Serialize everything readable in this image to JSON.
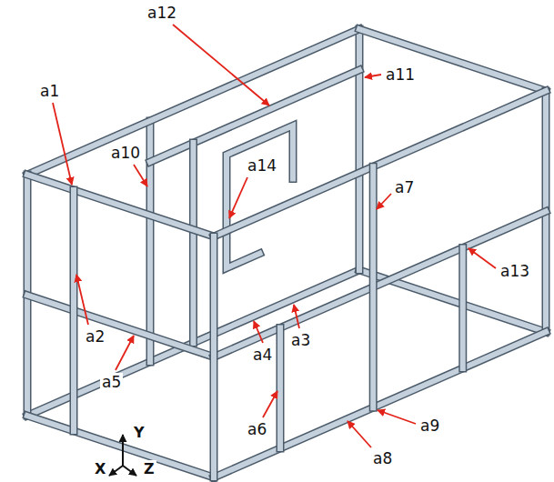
{
  "diagram": {
    "labels": [
      "a1",
      "a2",
      "a3",
      "a4",
      "a5",
      "a6",
      "a7",
      "a8",
      "a9",
      "a10",
      "a11",
      "a12",
      "a13",
      "a14",
      "X",
      "Y",
      "Z"
    ]
  }
}
